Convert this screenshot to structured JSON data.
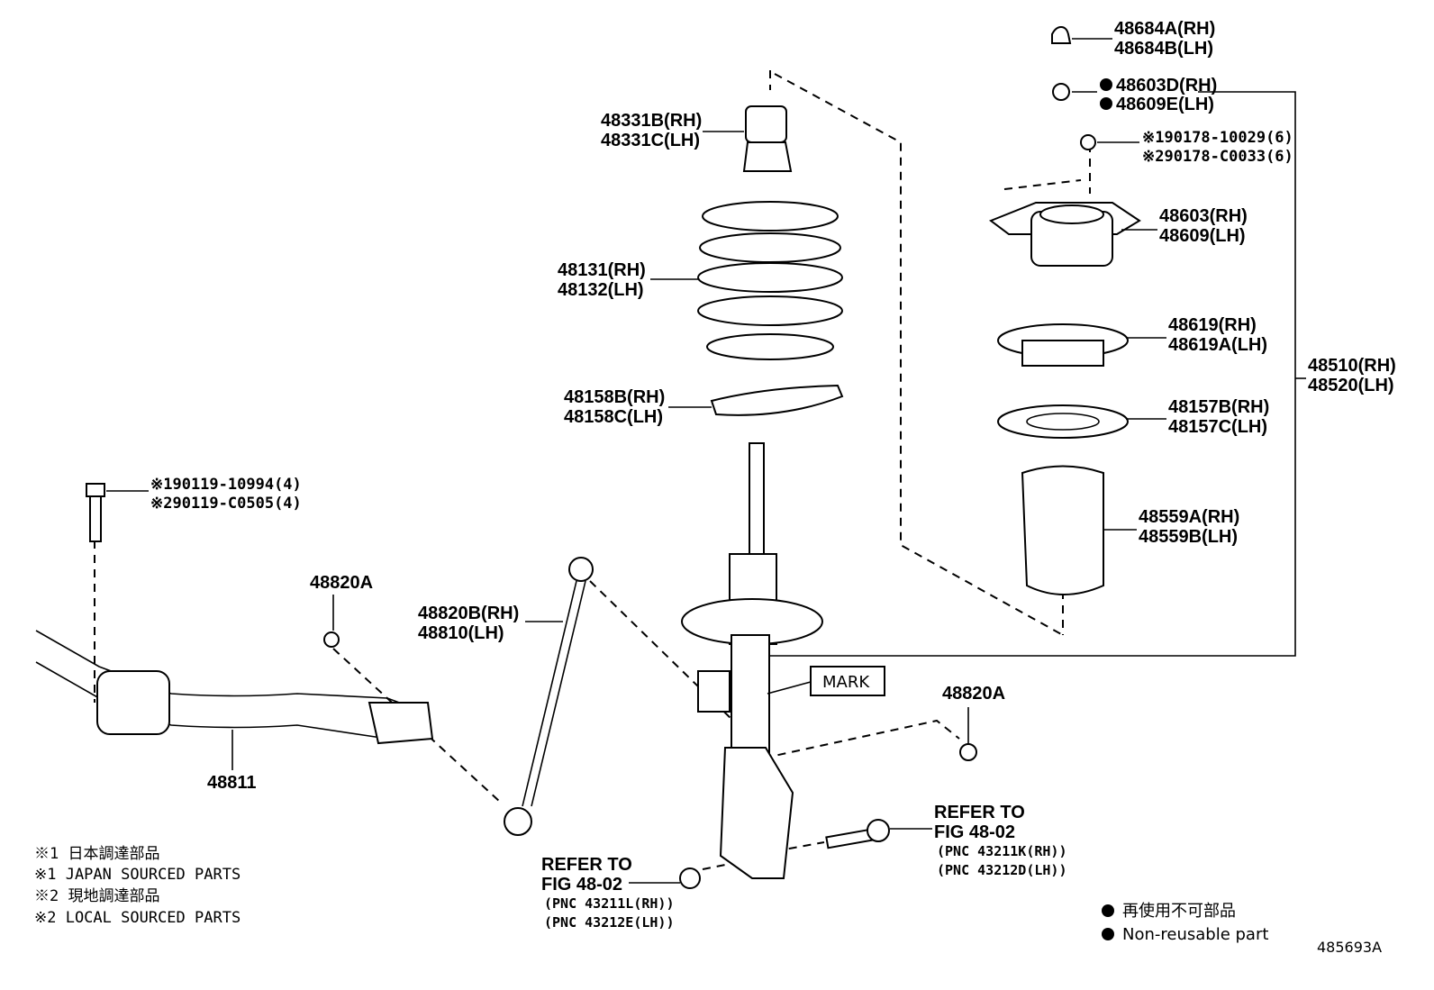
{
  "diagram_id": "485693A",
  "labels": {
    "nut_cap": [
      "48684A(RH)",
      "48684B(LH)"
    ],
    "nut_top": [
      "48603D(RH)",
      "48609E(LH)"
    ],
    "nut_mount": [
      "※190178-10029(6)",
      "※290178-C0033(6)"
    ],
    "bump_stopper": [
      "48331B(RH)",
      "48331C(LH)"
    ],
    "support": [
      "48603(RH)",
      "48609(LH)"
    ],
    "spring": [
      "48131(RH)",
      "48132(LH)"
    ],
    "upper_seat": [
      "48619(RH)",
      "48619A(LH)"
    ],
    "strut_assy": [
      "48510(RH)",
      "48520(LH)"
    ],
    "lower_insulator": [
      "48158B(RH)",
      "48158C(LH)"
    ],
    "upper_insulator": [
      "48157B(RH)",
      "48157C(LH)"
    ],
    "bushing_bolt": [
      "※190119-10994(4)",
      "※290119-C0505(4)"
    ],
    "boot": [
      "48559A(RH)",
      "48559B(LH)"
    ],
    "stab_nut_left": "48820A",
    "stab_link": [
      "48820B(RH)",
      "48810(LH)"
    ],
    "mark": "MARK",
    "stab_nut_right": "48820A",
    "stabilizer_bar": "48811",
    "refer_right": [
      "REFER TO",
      "FIG 48-02",
      "(PNC 43211K(RH))",
      "(PNC 43212D(LH))"
    ],
    "refer_left": [
      "REFER TO",
      "FIG 48-02",
      "(PNC 43211L(RH))",
      "(PNC 43212E(LH))"
    ]
  },
  "notes": [
    "※1 日本調達部品",
    "※1 JAPAN SOURCED PARTS",
    "※2 現地調達部品",
    "※2 LOCAL SOURCED PARTS"
  ],
  "legend": [
    "再使用不可部品",
    "Non-reusable part"
  ],
  "legend_symbol": "filled-circle"
}
